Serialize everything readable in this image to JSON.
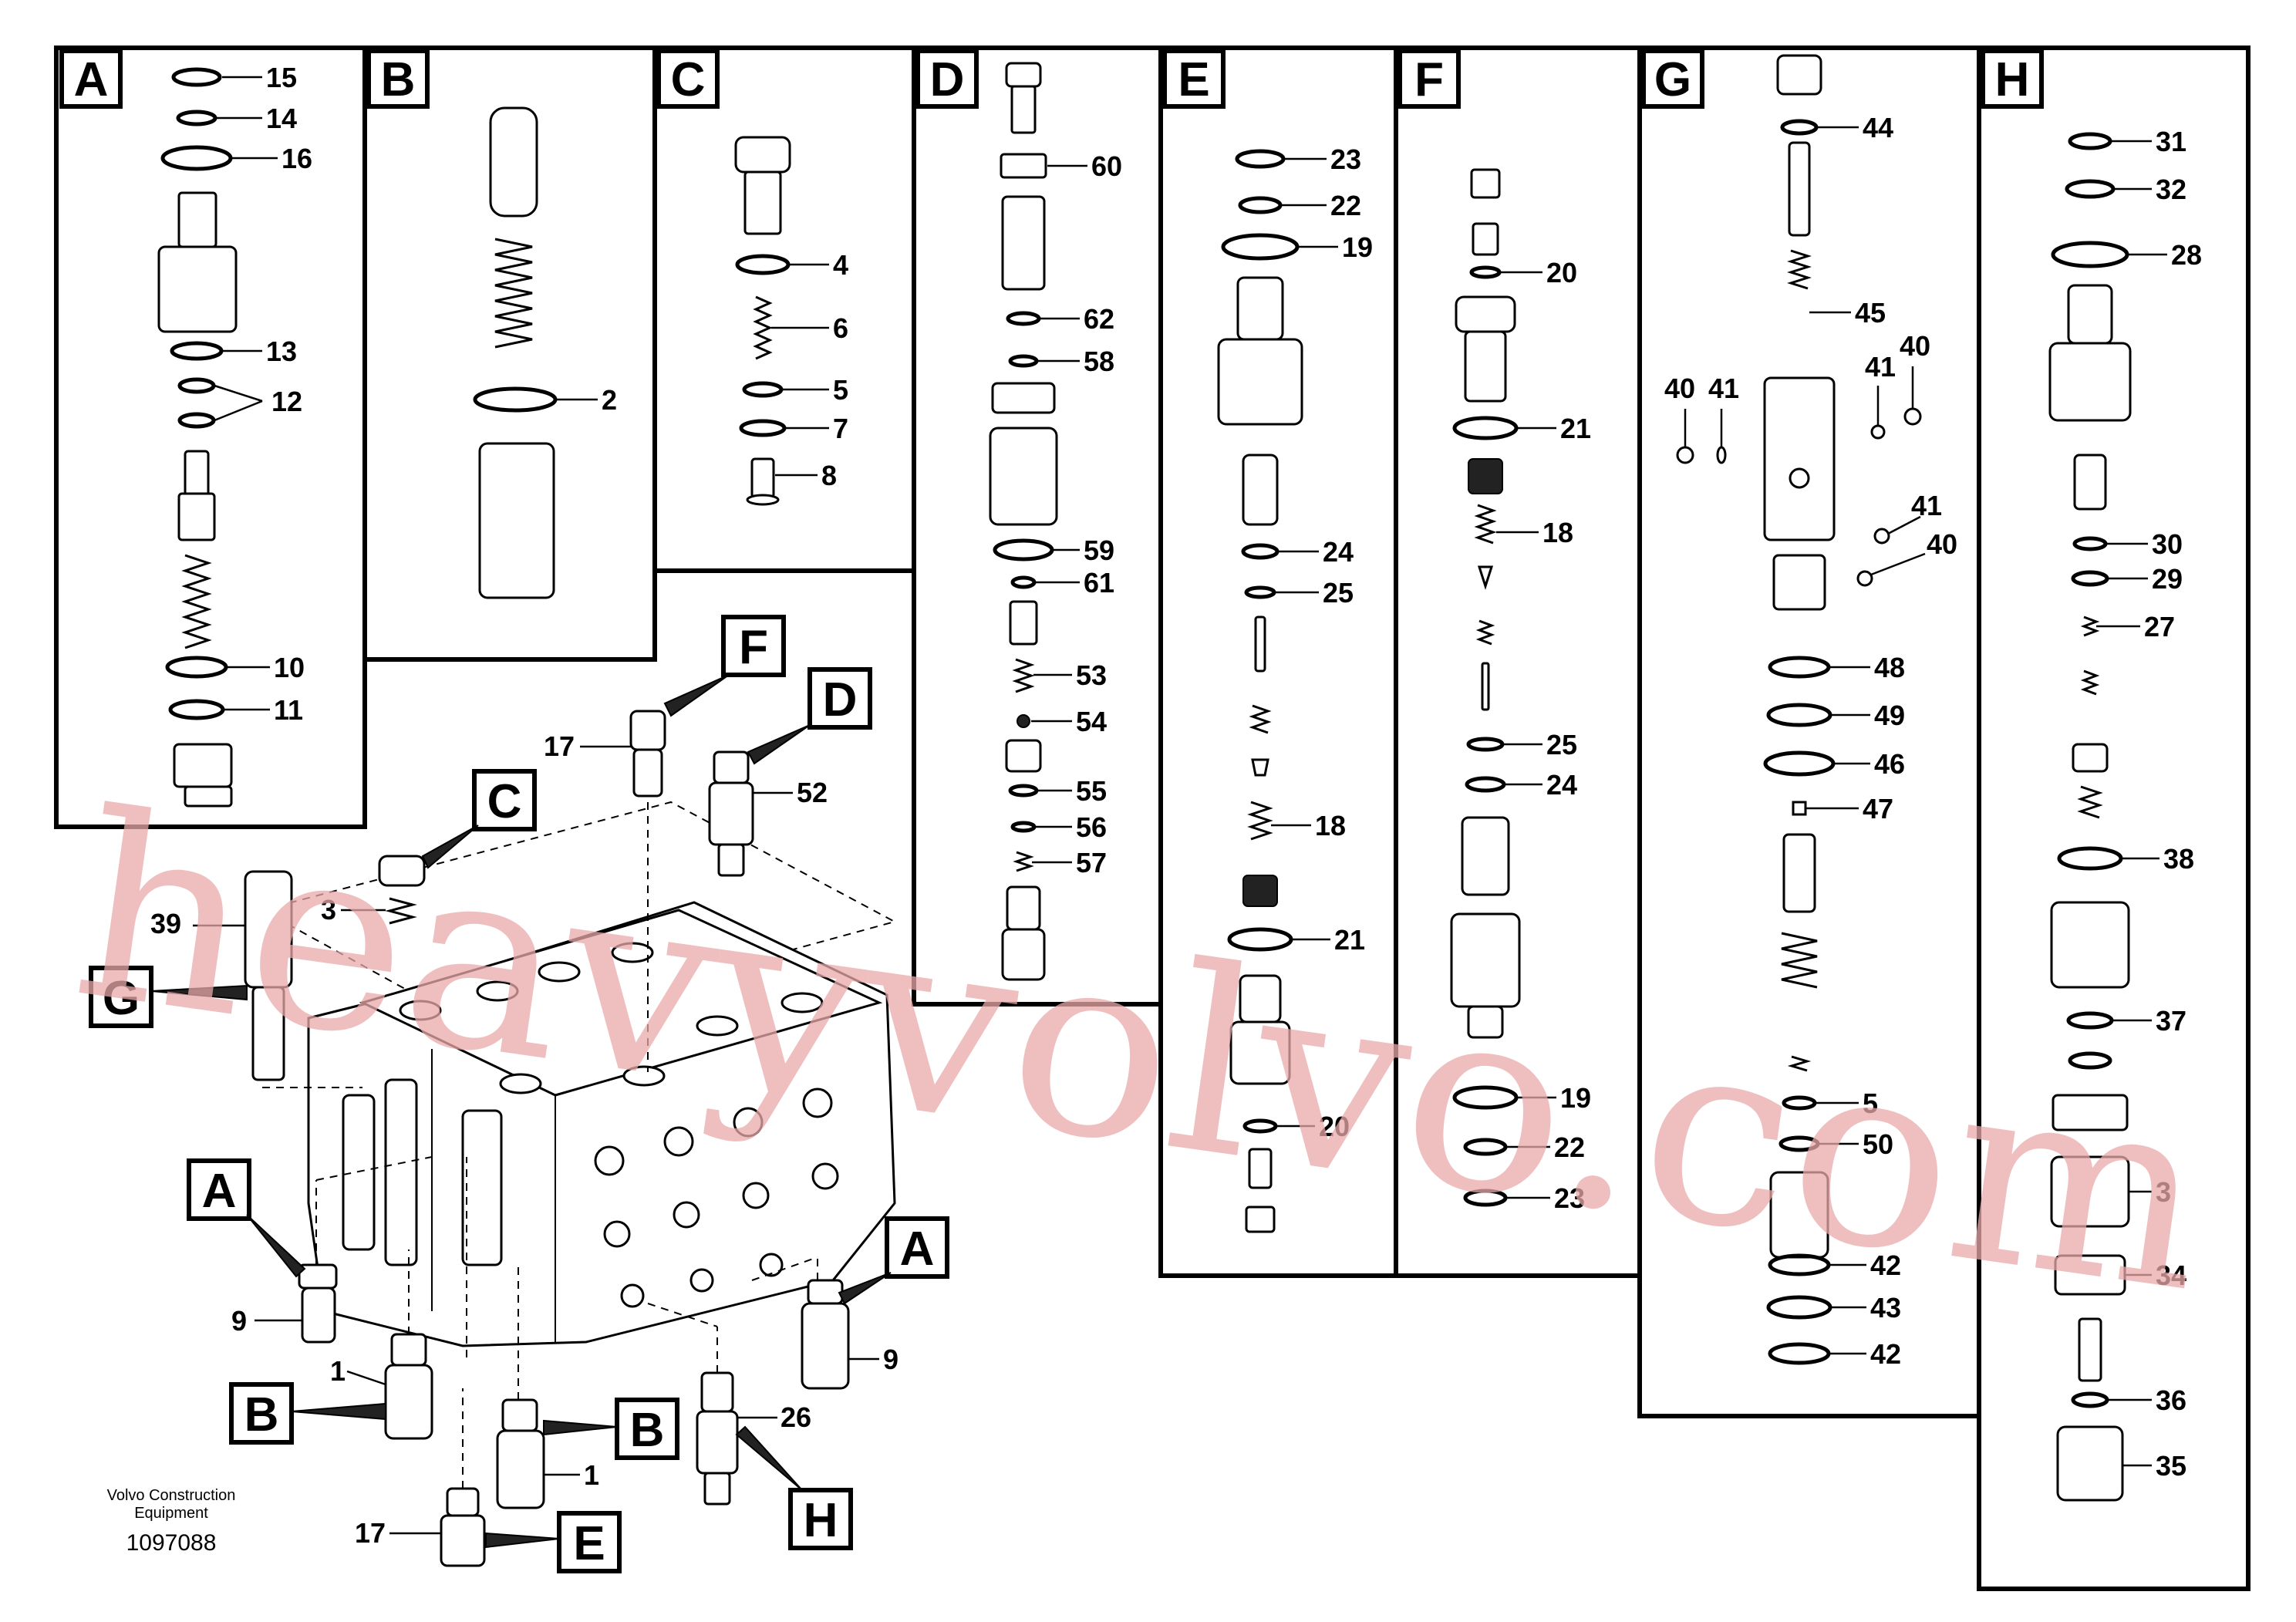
{
  "panels": {
    "A": {
      "letter": "A",
      "callouts": [
        "15",
        "14",
        "16",
        "13",
        "12",
        "10",
        "11"
      ]
    },
    "B": {
      "letter": "B",
      "callouts": [
        "2"
      ]
    },
    "C": {
      "letter": "C",
      "callouts": [
        "4",
        "6",
        "5",
        "7",
        "8"
      ]
    },
    "D": {
      "letter": "D",
      "callouts": [
        "60",
        "62",
        "58",
        "59",
        "61",
        "53",
        "54",
        "55",
        "56",
        "57"
      ]
    },
    "E": {
      "letter": "E",
      "callouts": [
        "23",
        "22",
        "19",
        "24",
        "25",
        "18",
        "21",
        "20"
      ]
    },
    "F": {
      "letter": "F",
      "callouts": [
        "20",
        "21",
        "18",
        "25",
        "24",
        "19",
        "22",
        "23"
      ]
    },
    "G": {
      "letter": "G",
      "callouts": [
        "44",
        "45",
        "40",
        "41",
        "41",
        "40",
        "41",
        "40",
        "48",
        "49",
        "46",
        "47",
        "5",
        "50",
        "42",
        "43",
        "42"
      ]
    },
    "H": {
      "letter": "H",
      "callouts": [
        "31",
        "32",
        "28",
        "30",
        "29",
        "27",
        "38",
        "37",
        "3",
        "34",
        "36",
        "35"
      ]
    }
  },
  "assembly": {
    "tags": [
      "F",
      "D",
      "C",
      "G",
      "A",
      "A",
      "B",
      "B",
      "E",
      "H"
    ],
    "callouts": [
      "17",
      "52",
      "39",
      "3",
      "9",
      "9",
      "1",
      "1",
      "26",
      "17"
    ]
  },
  "footer": {
    "line1": "Volvo Construction",
    "line2": "Equipment",
    "number": "1097088"
  },
  "watermark": "heavyvolvo.com"
}
